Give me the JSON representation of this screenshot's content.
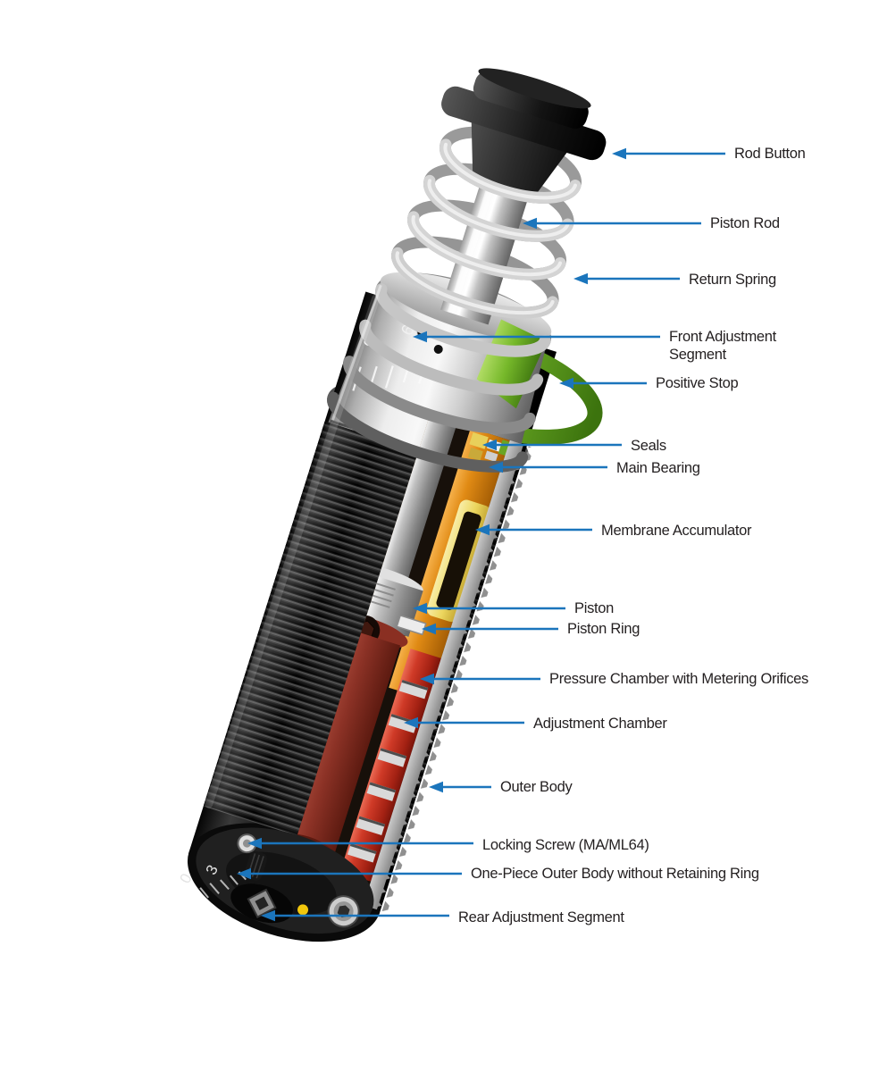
{
  "diagram": {
    "subject": "Industrial shock absorber cutaway",
    "background": "#ffffff"
  },
  "colors": {
    "leader_blue": "#1b75bc",
    "label_text": "#231f20",
    "positive_stop_green": "#76b82a",
    "accumulator_yellow": "#edd75f",
    "bearing_orange": "#e08a14",
    "pressure_chamber_red": "#ce3a28",
    "inner_piston_dark_red": "#8c3226",
    "body_black": "#141414",
    "metal_silver": "#d8d8d8"
  },
  "callouts": [
    {
      "text": "Rod Button"
    },
    {
      "text": "Piston Rod"
    },
    {
      "text": "Return Spring"
    },
    {
      "text": "Front Adjustment\nSegment"
    },
    {
      "text": "Positive Stop"
    },
    {
      "text": "Seals"
    },
    {
      "text": "Main Bearing"
    },
    {
      "text": "Membrane Accumulator"
    },
    {
      "text": "Piston"
    },
    {
      "text": "Piston Ring"
    },
    {
      "text": "Pressure Chamber with Metering Orifices"
    },
    {
      "text": "Adjustment Chamber"
    },
    {
      "text": "Outer Body"
    },
    {
      "text": "Locking Screw (MA/ML64)"
    },
    {
      "text": "One-Piece Outer Body without Retaining Ring"
    },
    {
      "text": "Rear Adjustment Segment"
    }
  ],
  "dials": {
    "front": [
      "9",
      "6"
    ],
    "rear": [
      "0",
      "3"
    ]
  }
}
